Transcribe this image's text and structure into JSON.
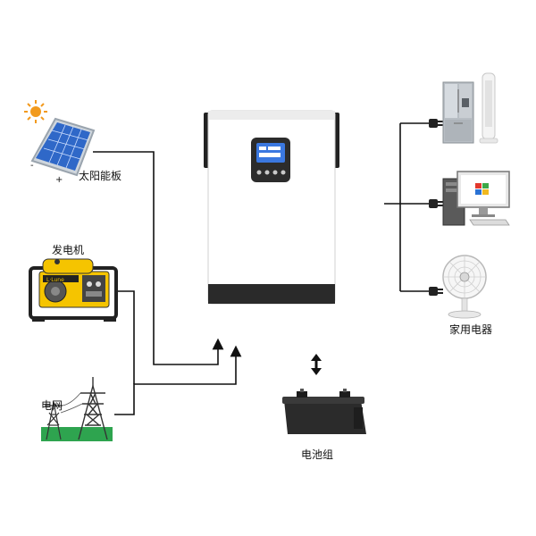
{
  "labels": {
    "solar_panel": "太阳能板",
    "generator": "发电机",
    "grid": "电网",
    "battery": "电池组",
    "appliances": "家用电器"
  },
  "generator_brand": "L·Lune",
  "colors": {
    "line": "#111111",
    "inverter_body": "#ffffff",
    "inverter_dark": "#2a2a2a",
    "solar_blue": "#2f68c8",
    "sun": "#f29a1d",
    "generator_yellow": "#f5c400",
    "grass": "#2ea44f",
    "battery": "#2b2b2b"
  },
  "icons": [
    "sun-icon",
    "solar-panel-icon",
    "generator-icon",
    "power-tower-icon",
    "inverter-icon",
    "battery-icon",
    "bidirectional-arrow-icon",
    "refrigerator-icon",
    "computer-icon",
    "fan-icon",
    "plug-icon"
  ]
}
